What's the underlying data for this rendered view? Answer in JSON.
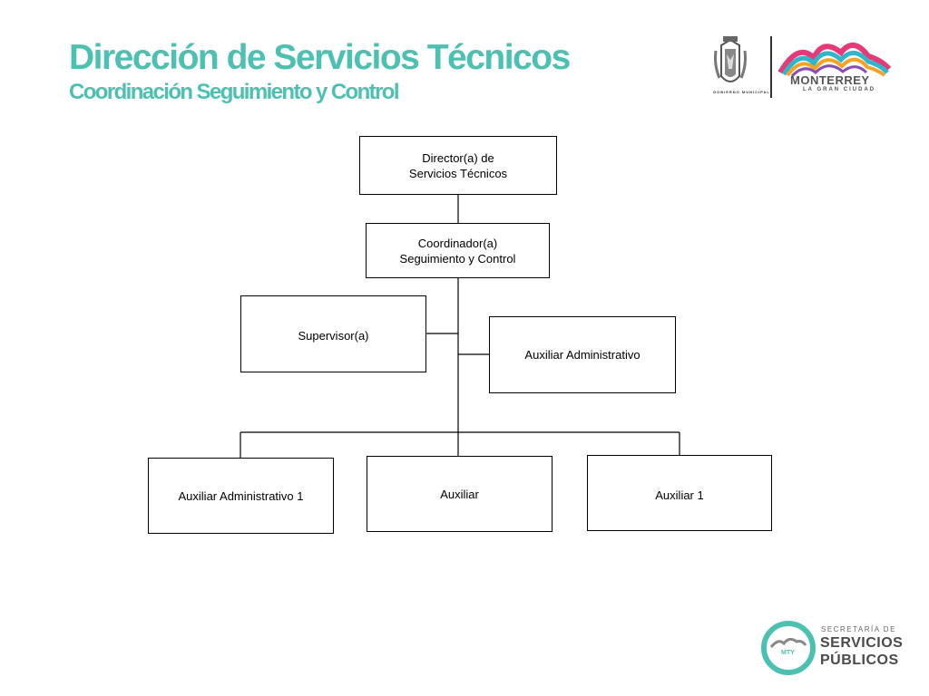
{
  "header": {
    "title": "Dirección de Servicios Técnicos",
    "subtitle": "Coordinación Seguimiento y Control"
  },
  "logos": {
    "gobierno_text": "GOBIERNO MUNICIPAL",
    "monterrey_word": "MONTERREY",
    "monterrey_tagline": "LA GRAN CIUDAD",
    "badge_text": "MTY",
    "secretaria_line1": "SECRETARÍA DE",
    "secretaria_line2": "SERVICIOS",
    "secretaria_line3": "PÚBLICOS"
  },
  "org_chart": {
    "director": "Director(a) de\nServicios Técnicos",
    "coordinator": "Coordinador(a)\nSeguimiento y Control",
    "supervisor": "Supervisor(a)",
    "aux_admin": "Auxiliar Administrativo",
    "aux_admin_1": "Auxiliar Administrativo 1",
    "auxiliar": "Auxiliar",
    "auxiliar_1": "Auxiliar 1"
  },
  "colors": {
    "accent": "#4cc1b2"
  }
}
